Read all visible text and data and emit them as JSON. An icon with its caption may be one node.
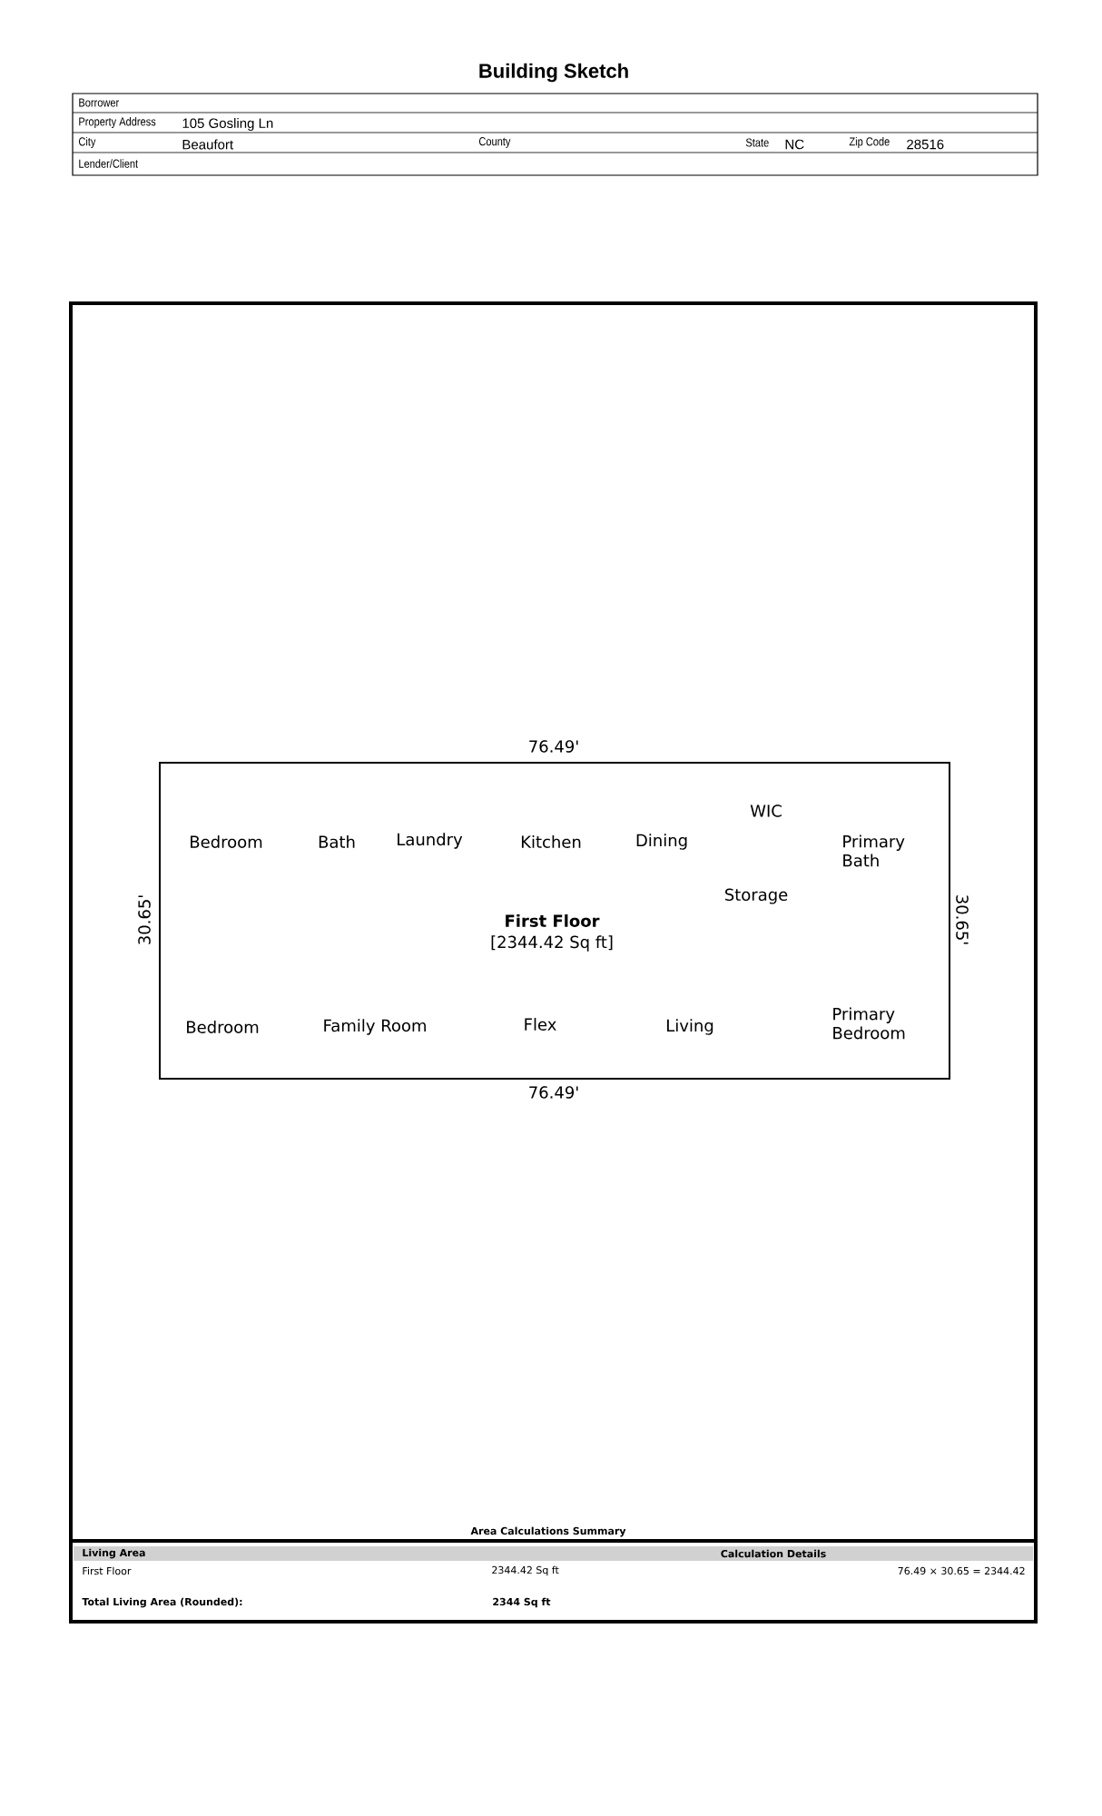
{
  "diagram": {
    "title": "Building Sketch",
    "nodes": [
      {
        "text": [
          "Bedroom",
          "Bath",
          "Laundry",
          "Kitchen",
          "Dining",
          "WIC",
          "Primary Bath",
          "Storage",
          "First Floor",
          "[2344.42 Sq ft]",
          "Bedroom",
          "Family Room",
          "Flex",
          "Living",
          "Primary Bedroom"
        ]
      }
    ],
    "labels": [
      "Borrower",
      "Property Address",
      "105 Gosling Ln",
      "City",
      "Beaufort",
      "County",
      "State",
      "NC",
      "Zip Code",
      "28516",
      "Lender/Client",
      "76.49'",
      "30.65'",
      "30.65'",
      "76.49'",
      "Area Calculations Summary",
      "Living Area",
      "Calculation Details",
      "First Floor",
      "2344.42 Sq ft",
      "76.49 × 30.65 = 2344.42",
      "Total Living Area (Rounded):",
      "2344 Sq ft"
    ]
  }
}
